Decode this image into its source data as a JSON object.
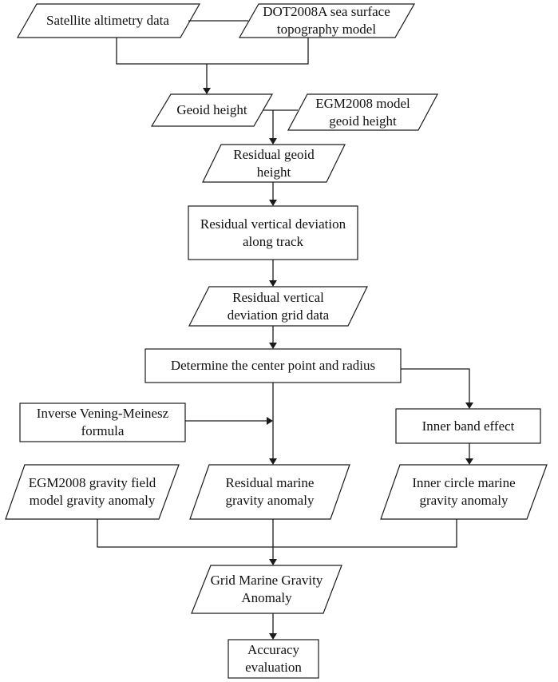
{
  "nodes": {
    "sat_alt": "Satellite altimetry data",
    "dot2008a": "DOT2008A sea surface\ntopography model",
    "geoid_height": "Geoid height",
    "egm2008_geoid": "EGM2008 model\ngeoid height",
    "residual_geoid": "Residual geoid\nheight",
    "residual_vd_track": "Residual vertical deviation\nalong track",
    "residual_vd_grid": "Residual vertical\ndeviation grid data",
    "center_radius": "Determine the center point and radius",
    "inverse_vm": "Inverse Vening-Meinesz\nformula",
    "inner_band": "Inner band effect",
    "egm2008_gravity": "EGM2008 gravity field\nmodel gravity anomaly",
    "residual_marine": "Residual marine\ngravity anomaly",
    "inner_circle": "Inner circle marine\ngravity anomaly",
    "grid_marine": "Grid Marine Gravity\nAnomaly",
    "accuracy": "Accuracy\nevaluation"
  }
}
